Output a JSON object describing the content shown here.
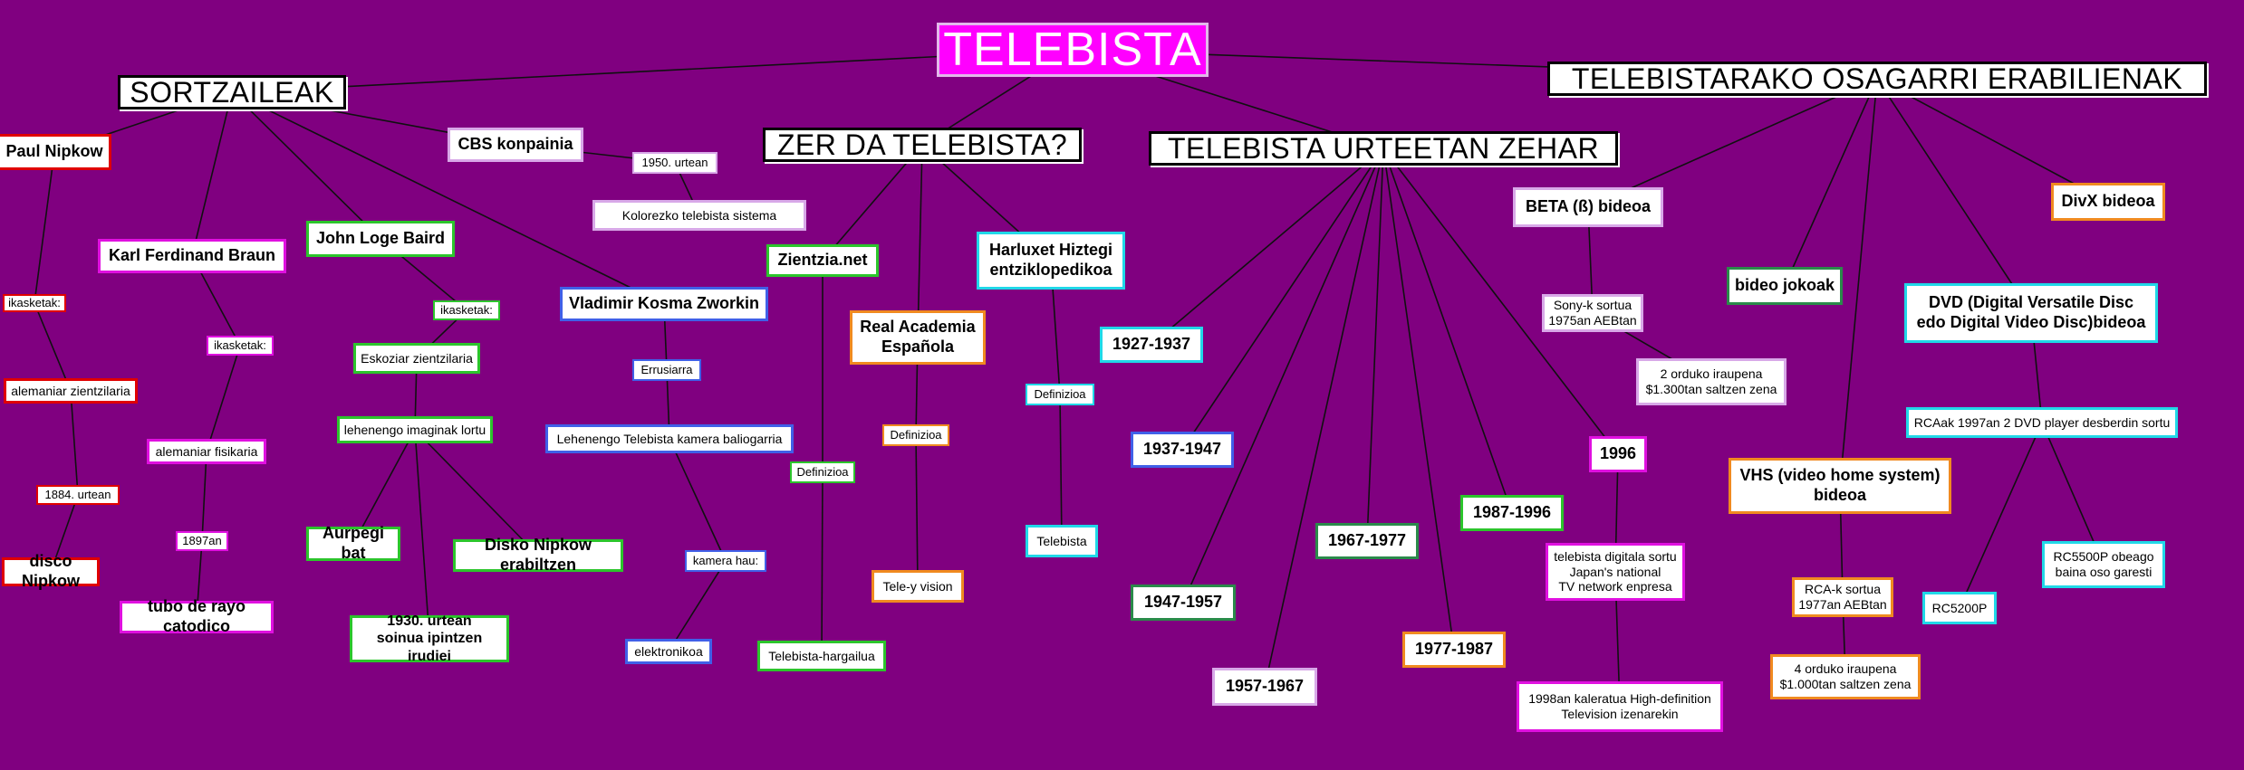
{
  "title": "TELEBISTA",
  "sections": {
    "sortzaileak": "SORTZAILEAK",
    "zer_da": "ZER DA TELEBISTA?",
    "urteetan": "TELEBISTA URTEETAN ZEHAR",
    "osagarri": "TELEBISTARAKO OSAGARRI ERABILIENAK"
  },
  "creators": {
    "nipkow": {
      "name": "Paul Nipkow",
      "studies_label": "ikasketak:",
      "studies": "alemaniar zientzilaria",
      "year": "1884. urtean",
      "invention": "disco Nipkow"
    },
    "braun": {
      "name": "Karl Ferdinand Braun",
      "studies_label": "ikasketak:",
      "studies": "alemaniar fisikaria",
      "year": "1897an",
      "invention": "tubo de rayo catodico"
    },
    "baird": {
      "name": "John Loge Baird",
      "studies_label": "ikasketak:",
      "studies": "Eskoziar zientzilaria",
      "event": "lehenengo imaginak lortu",
      "detail_1": "Aurpegi bat",
      "detail_2": "Disko Nipkow erabiltzen",
      "detail_3": "1930. urtean\nsoinua ipintzen irudiei"
    },
    "cbs": {
      "name": "CBS konpainia",
      "year": "1950. urtean",
      "invention": "Kolorezko telebista sistema"
    },
    "zworkin": {
      "name": "Vladimir Kosma Zworkin",
      "origin": "Errusiarra",
      "invention": "Lehenengo Telebista kamera baliogarria",
      "camera_label": "kamera hau:",
      "camera_type": "elektronikoa"
    }
  },
  "definitions": {
    "zientzia": {
      "source": "Zientzia.net",
      "label": "Definizioa",
      "value": "Telebista-hargailua"
    },
    "rae": {
      "source": "Real Academia\nEspañola",
      "label": "Definizioa",
      "value": "Tele-y vision"
    },
    "harluxet": {
      "source": "Harluxet Hiztegi\nentziklopedikoa",
      "label": "Definizioa",
      "value": "Telebista"
    }
  },
  "timeline": {
    "p1": "1927-1937",
    "p2": "1937-1947",
    "p3": "1947-1957",
    "p4": "1957-1967",
    "p5": "1967-1977",
    "p6": "1977-1987",
    "p7": "1987-1996",
    "p8": "1996",
    "p8_detail_1": "telebista digitala sortu\nJapan's national\nTV network enpresa",
    "p8_detail_2": "1998an kaleratua High-definition\nTelevision izenarekin"
  },
  "accessories": {
    "beta": {
      "name": "BETA (ß) bideoa",
      "detail_1": "Sony-k sortua\n1975an AEBtan",
      "detail_2": "2 orduko iraupena\n$1.300tan saltzen zena"
    },
    "games": "bideo jokoak",
    "vhs": {
      "name": "VHS (video home system)\nbideoa",
      "detail_1": "RCA-k sortua\n1977an AEBtan",
      "detail_2": "4 orduko iraupena\n$1.000tan saltzen zena"
    },
    "dvd": {
      "name": "DVD (Digital Versatile Disc\nedo Digital Video Disc)bideoa",
      "detail_1": "RCAak 1997an 2 DVD player desberdin sortu",
      "detail_2": "RC5200P",
      "detail_3": "RC5500P obeago\nbaina oso garesti"
    },
    "divx": "DivX bideoa"
  }
}
